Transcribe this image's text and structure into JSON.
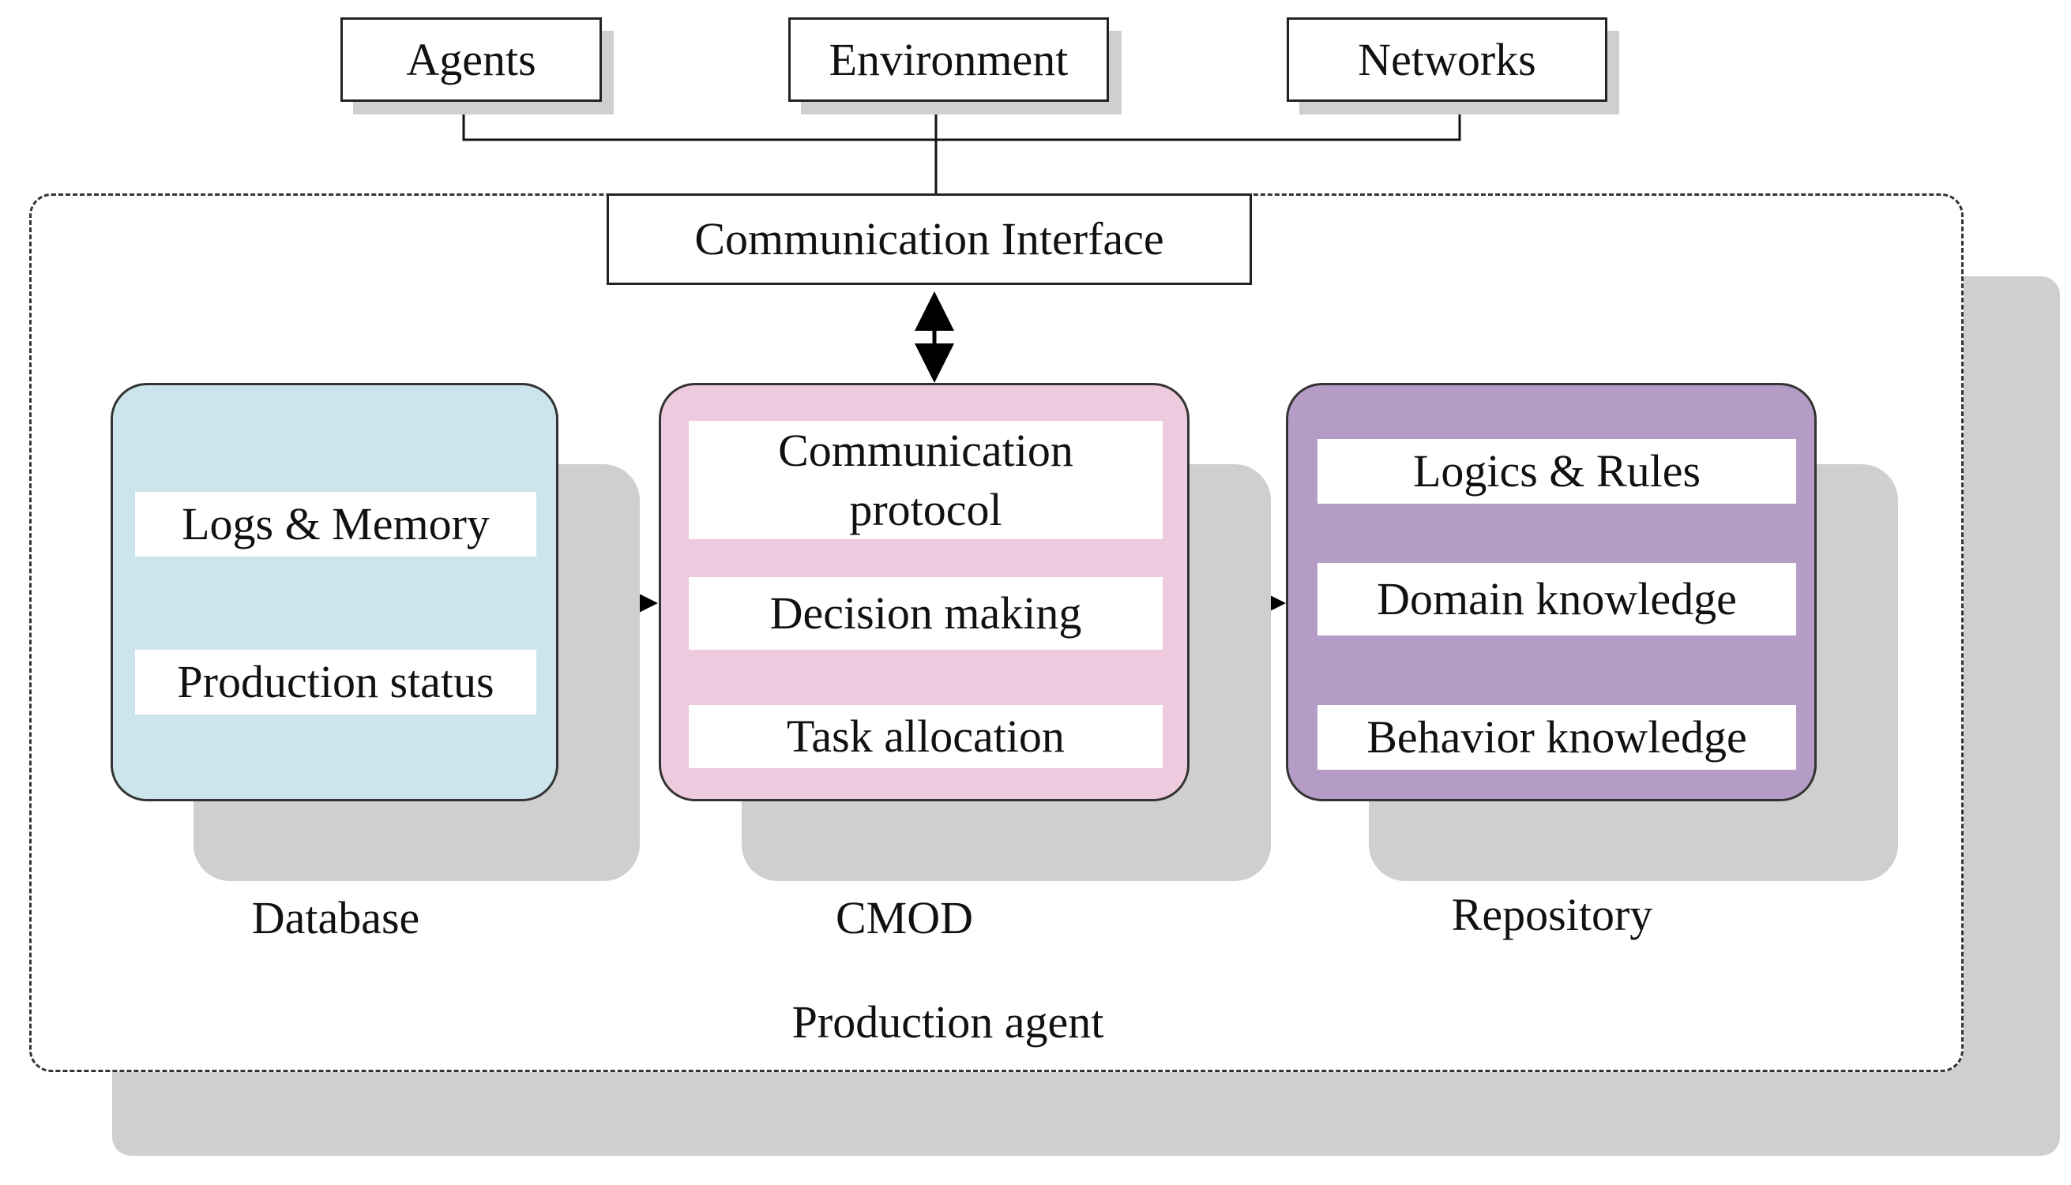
{
  "top_nodes": {
    "agents": "Agents",
    "environment": "Environment",
    "networks": "Networks"
  },
  "interface": "Communication Interface",
  "database": {
    "caption": "Database",
    "items": [
      "Logs & Memory",
      "Production status"
    ]
  },
  "cmod": {
    "caption": "CMOD",
    "items": [
      "Communication protocol",
      "Decision making",
      "Task allocation"
    ]
  },
  "repository": {
    "caption": "Repository",
    "items": [
      "Logics & Rules",
      "Domain knowledge",
      "Behavior knowledge"
    ]
  },
  "container_label": "Production agent",
  "colors": {
    "database_fill": "#cce5ec",
    "cmod_fill": "#edcade",
    "repository_fill": "#b59cc6",
    "shadow": "#cfcfcf"
  }
}
